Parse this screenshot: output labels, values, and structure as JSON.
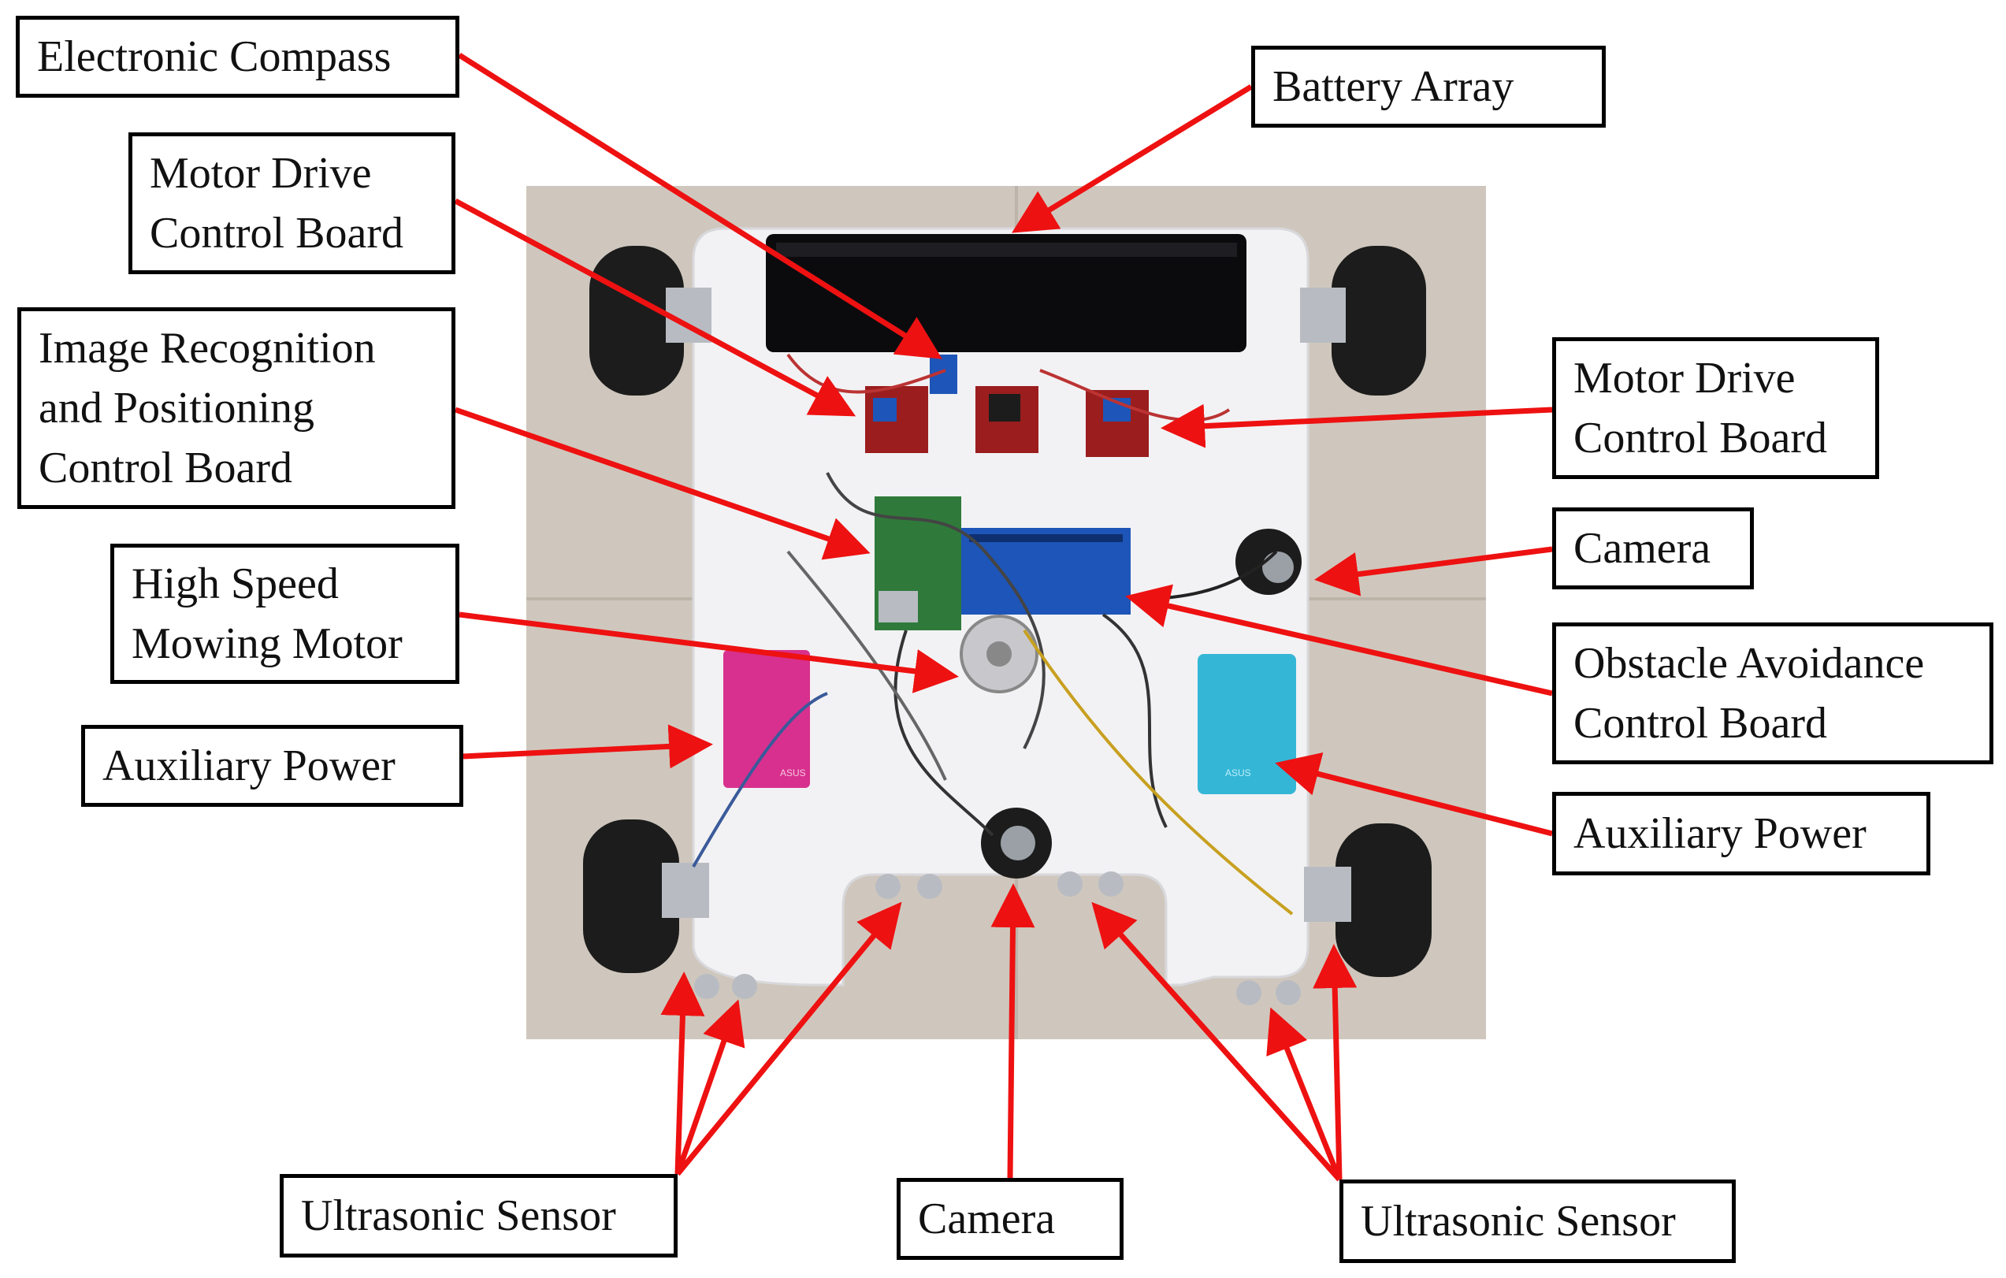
{
  "colors": {
    "arrow": "#ee1111",
    "floor": "#cfc7bd",
    "chassis": "#f2f2f4",
    "battery": "#0b0b0e",
    "pcb_red": "#9b1d1d",
    "pcb_blue": "#1e55b8",
    "pcb_green": "#2f7a3a",
    "power_pink": "#d8308e",
    "power_cyan": "#34b6d6",
    "wheel": "#1c1c1c",
    "hub": "#b8bcc2"
  },
  "labels": {
    "electronic_compass": "Electronic Compass",
    "battery_array": "Battery Array",
    "motor_drive_left": "Motor Drive\nControl Board",
    "image_recognition": "Image Recognition\nand Positioning\nControl Board",
    "motor_drive_right": "Motor Drive\nControl Board",
    "camera_right": "Camera",
    "high_speed_motor": "High Speed\nMowing Motor",
    "obstacle_avoidance": "Obstacle Avoidance\nControl Board",
    "aux_power_left": "Auxiliary Power",
    "aux_power_right": "Auxiliary Power",
    "ultrasonic_left": "Ultrasonic Sensor",
    "camera_bottom": "Camera",
    "ultrasonic_right": "Ultrasonic Sensor"
  },
  "photo": {
    "board_text_left": "ASUS",
    "board_text_right": "ASUS"
  }
}
